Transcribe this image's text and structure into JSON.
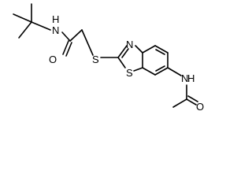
{
  "structure": {
    "atoms": {
      "amide_n_left": "N",
      "amide_h_left": "H",
      "amide_o_left": "O",
      "thioether_s": "S",
      "ring_n": "N",
      "ring_s": "S",
      "amide_n_right": "N",
      "amide_h_right": "H",
      "amide_o_right": "O"
    }
  }
}
